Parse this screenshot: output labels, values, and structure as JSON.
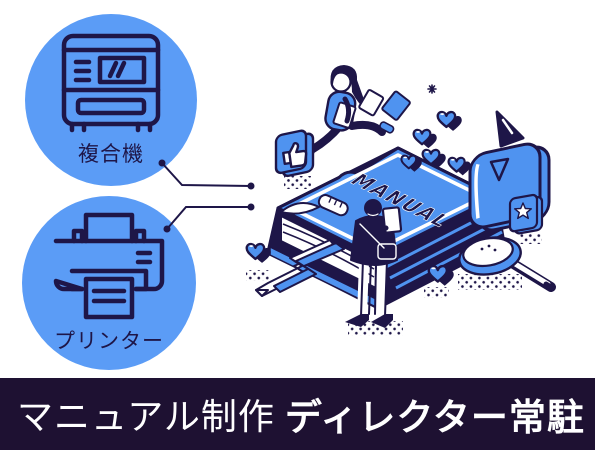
{
  "equipment": {
    "copier": {
      "label": "複合機",
      "icon": "copier-icon"
    },
    "printer": {
      "label": "プリンター",
      "icon": "printer-icon"
    }
  },
  "illustration": {
    "book_title": "MANUAL",
    "elements": [
      "running-woman",
      "man-reading-tablet",
      "thumbs-up-badge",
      "speech-bubble-play",
      "hearts",
      "star-badge",
      "magnifying-glass",
      "hand-cursor",
      "bookmark-ribbon",
      "flying-papers"
    ]
  },
  "banner": {
    "title_regular": "マニュアル制作",
    "title_bold": "ディレクター常駐"
  },
  "colors": {
    "blue": "#4f93f0",
    "circle_blue": "#5b9cf6",
    "navy": "#1e1648",
    "banner_bg": "#1e1132",
    "white": "#ffffff"
  }
}
